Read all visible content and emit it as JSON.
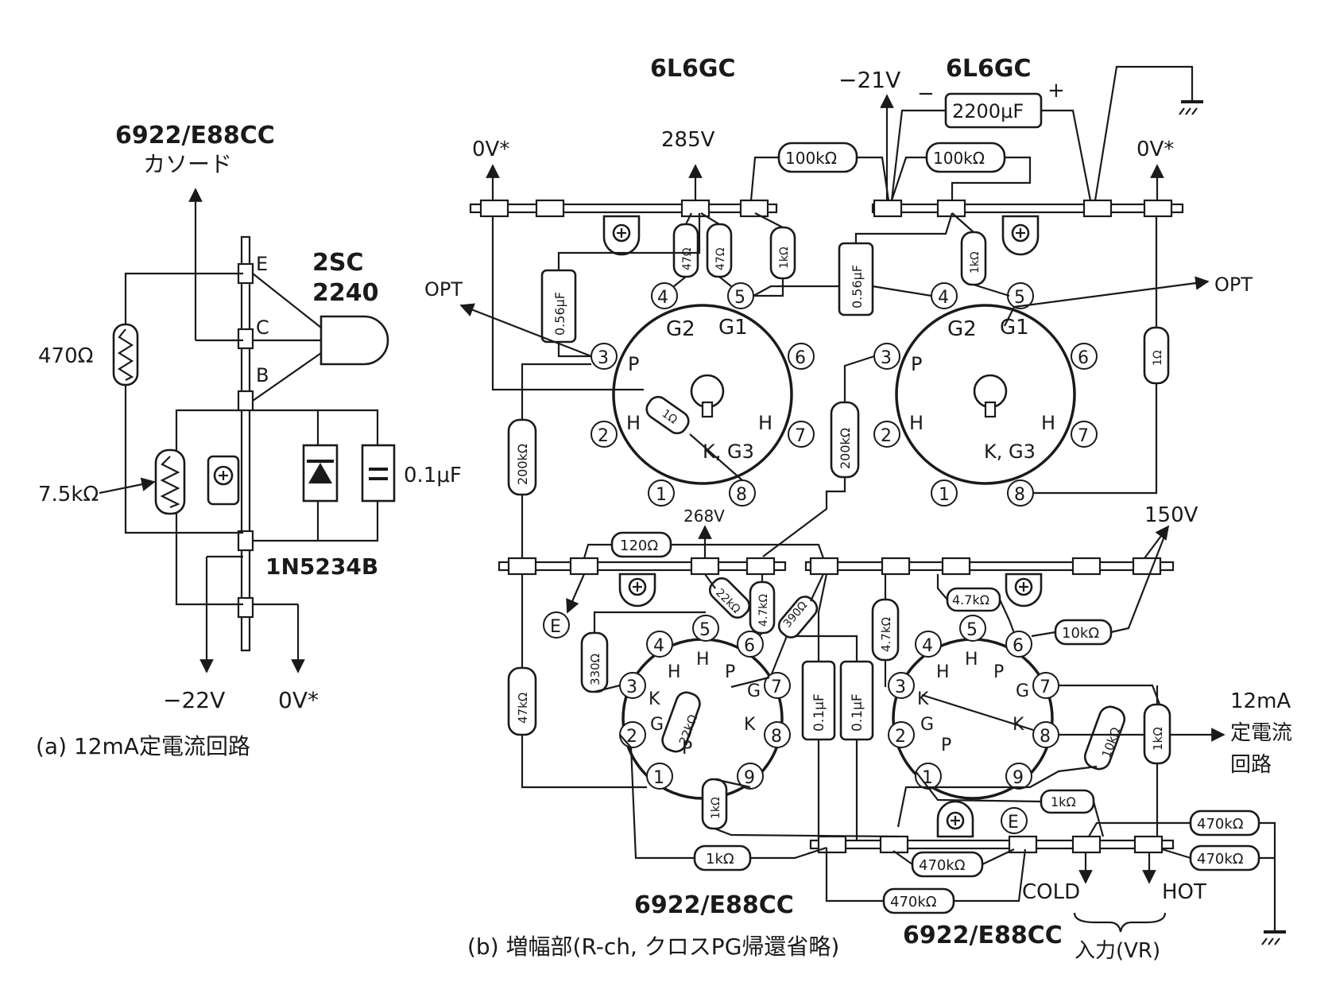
{
  "circuit_a": {
    "tube_label": "6922/E88CC",
    "tube_sub": "カソード",
    "transistor": [
      "2SC",
      "2240"
    ],
    "pin_e": "E",
    "pin_c": "C",
    "pin_b": "B",
    "r1": "470Ω",
    "r2": "7.5kΩ",
    "cap": "0.1μF",
    "diode": "1N5234B",
    "v_neg": "−22V",
    "v_zero": "0V*",
    "caption": "(a) 12mA定電流回路"
  },
  "circuit_b": {
    "tube_left": "6L6GC",
    "tube_right": "6L6GC",
    "v_0_left": "0V*",
    "v_285": "285V",
    "v_neg21": "−21V",
    "cap_2200": "2200μF",
    "cap_minus": "−",
    "cap_plus": "+",
    "r_100k_a": "100kΩ",
    "r_100k_b": "100kΩ",
    "v_0_right": "0V*",
    "opt_left": "OPT",
    "opt_right": "OPT",
    "r_47_a": "47Ω",
    "r_47_b": "47Ω",
    "r_1k_top": "1kΩ",
    "r_1k_right": "1kΩ",
    "cap_056_left": "0.56μF",
    "cap_056_right": "0.56μF",
    "r_1_ohm": "1Ω",
    "r_1_left": "1Ω",
    "r_200k_left": "200kΩ",
    "r_200k_right": "200kΩ",
    "pins": [
      "1",
      "2",
      "3",
      "4",
      "5",
      "6",
      "7",
      "8",
      "9"
    ],
    "g2": "G2",
    "g1": "G1",
    "p": "P",
    "h": "H",
    "k_g3": "K, G3",
    "v_268": "268V",
    "v_150": "150V",
    "r_120": "120Ω",
    "r_22k_a": "22kΩ",
    "r_47k_a": "4.7kΩ",
    "r_390": "390Ω",
    "r_47k_b": "4.7kΩ",
    "r_47k_c": "4.7kΩ",
    "r_10k_a": "10kΩ",
    "r_330": "330Ω",
    "r_22k_b": "22kΩ",
    "cap_01_a": "0.1μF",
    "cap_01_b": "0.1μF",
    "r_10k_b": "10kΩ",
    "r_1k_d": "1kΩ",
    "cc_label": "12mA",
    "cc_label2": "定電流",
    "cc_label3": "回路",
    "r_47k_d": "47kΩ",
    "r_1k_e": "1kΩ",
    "r_1k_f": "1kΩ",
    "r_1k_g": "1kΩ",
    "r_470k_a": "470kΩ",
    "r_470k_b": "470kΩ",
    "r_470k_c": "470kΩ",
    "r_470k_d": "470kΩ",
    "e_mark": "E",
    "k": "K",
    "g": "G",
    "tube_bottom_left": "6922/E88CC",
    "tube_bottom_right": "6922/E88CC",
    "cold": "COLD",
    "hot": "HOT",
    "input": "入力(VR)",
    "caption": "(b) 増幅部(R-ch, クロスPG帰還省略)"
  }
}
